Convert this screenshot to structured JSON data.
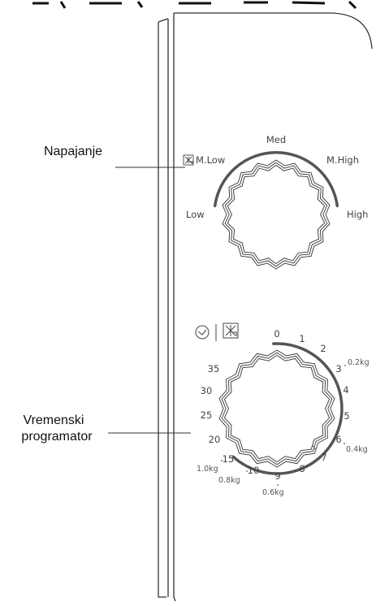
{
  "callouts": {
    "power": "Napajanje",
    "timer_line1": "Vremenski",
    "timer_line2": "programator"
  },
  "power_dial": {
    "labels": {
      "low": "Low",
      "mlow": "M.Low",
      "med": "Med",
      "mhigh": "M.High",
      "high": "High"
    }
  },
  "timer_dial": {
    "minutes": [
      "0",
      "1",
      "2",
      "3",
      "4",
      "5",
      "6",
      "7",
      "8",
      "9",
      "10",
      "15",
      "20",
      "25",
      "30",
      "35"
    ],
    "weights": {
      "w02": "0.2kg",
      "w04": "0.4kg",
      "w06": "0.6kg",
      "w08": "0.8kg",
      "w10": "1.0kg"
    }
  },
  "icons": {
    "clock": "clock-icon",
    "defrost": "defrost-icon"
  },
  "colors": {
    "line": "#333333",
    "arc": "#555555",
    "marker_green": "#3aa84a"
  }
}
